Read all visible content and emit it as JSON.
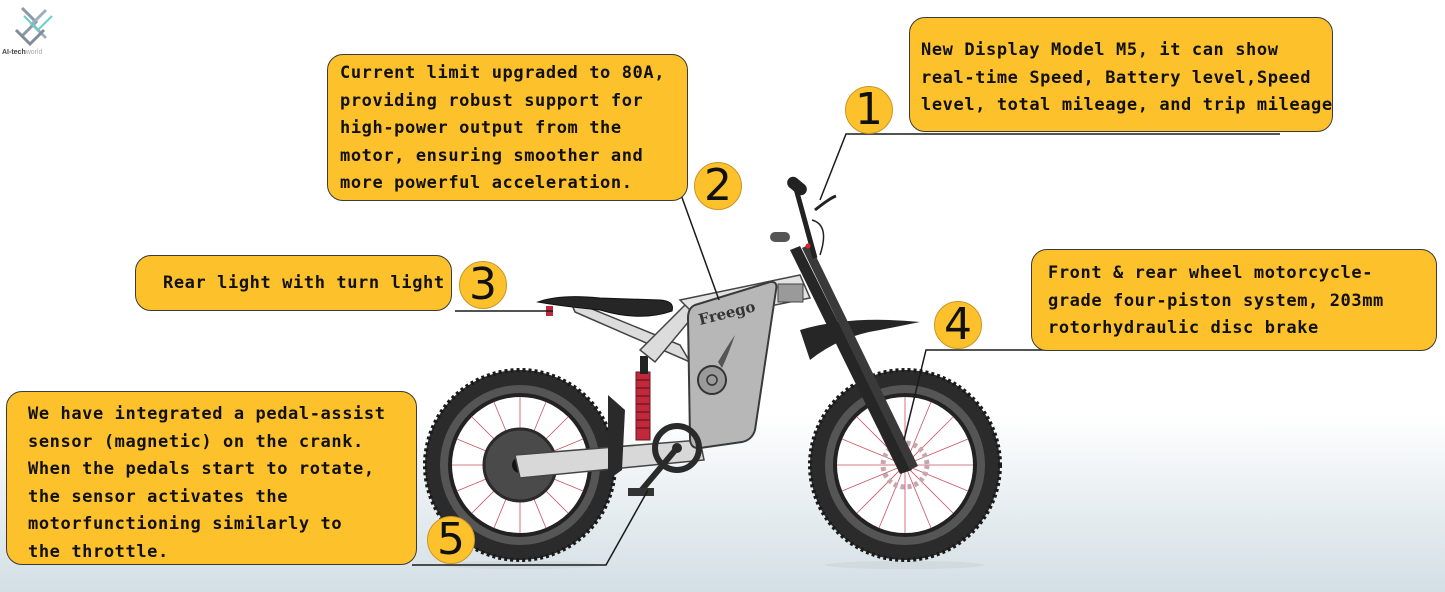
{
  "logo": {
    "icon": "ai-techworld-logo-icon",
    "text_dark": "AI-tech",
    "text_light": "world"
  },
  "bike": {
    "brand": "Freego",
    "accent_color": "#fcc12b",
    "spoke_color": "#c0283c"
  },
  "callouts": [
    {
      "number": "1",
      "lines": [
        "New Display Model M5, it can show",
        "real-time Speed, Battery level,Speed",
        "level, total mileage, and trip mileage"
      ]
    },
    {
      "number": "2",
      "lines": [
        "Current limit upgraded to 80A,",
        "providing robust support for",
        "high-power output from the",
        "motor, ensuring smoother and",
        "more powerful acceleration."
      ]
    },
    {
      "number": "3",
      "lines": [
        "Rear light with turn light"
      ]
    },
    {
      "number": "4",
      "lines": [
        "Front & rear wheel motorcycle-",
        "grade four-piston system, 203mm",
        "rotorhydraulic disc brake"
      ]
    },
    {
      "number": "5",
      "lines": [
        "We have integrated a pedal-assist",
        "sensor (magnetic) on the crank.",
        "When the pedals start to rotate,",
        "the sensor activates the",
        "motorfunctioning similarly to",
        "the throttle."
      ]
    }
  ]
}
